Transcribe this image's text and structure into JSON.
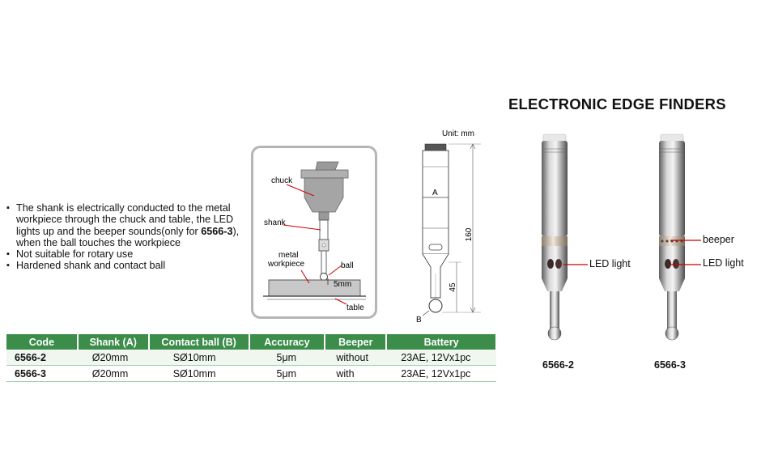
{
  "title": "ELECTRONIC EDGE FINDERS",
  "bullets": [
    "The shank is electrically conducted to the metal workpiece through the chuck and table, the LED lights up and the beeper sounds(only for ",
    "6566-3",
    "), when the ball touches the workpiece",
    "Not suitable for rotary use",
    "Hardened shank and contact ball"
  ],
  "diagram": {
    "chuck": "chuck",
    "shank": "shank",
    "metal": "metal",
    "workpiece": "workpiece",
    "ball": "ball",
    "gap": "5mm",
    "table": "table"
  },
  "dimension": {
    "unit": "Unit: mm",
    "A": "A",
    "B": "B",
    "length": "160",
    "tip_length": "45"
  },
  "table": {
    "headers": [
      "Code",
      "Shank (A)",
      "Contact ball (B)",
      "Accuracy",
      "Beeper",
      "Battery"
    ],
    "rows": [
      [
        "6566-2",
        "Ø20mm",
        "SØ10mm",
        "5μm",
        "without",
        "23AE, 12Vx1pc"
      ],
      [
        "6566-3",
        "Ø20mm",
        "SØ10mm",
        "5μm",
        "with",
        "23AE, 12Vx1pc"
      ]
    ]
  },
  "products": [
    {
      "code": "6566-2",
      "led_label": "LED light"
    },
    {
      "code": "6566-3",
      "beeper_label": "beeper",
      "led_label": "LED light"
    }
  ]
}
